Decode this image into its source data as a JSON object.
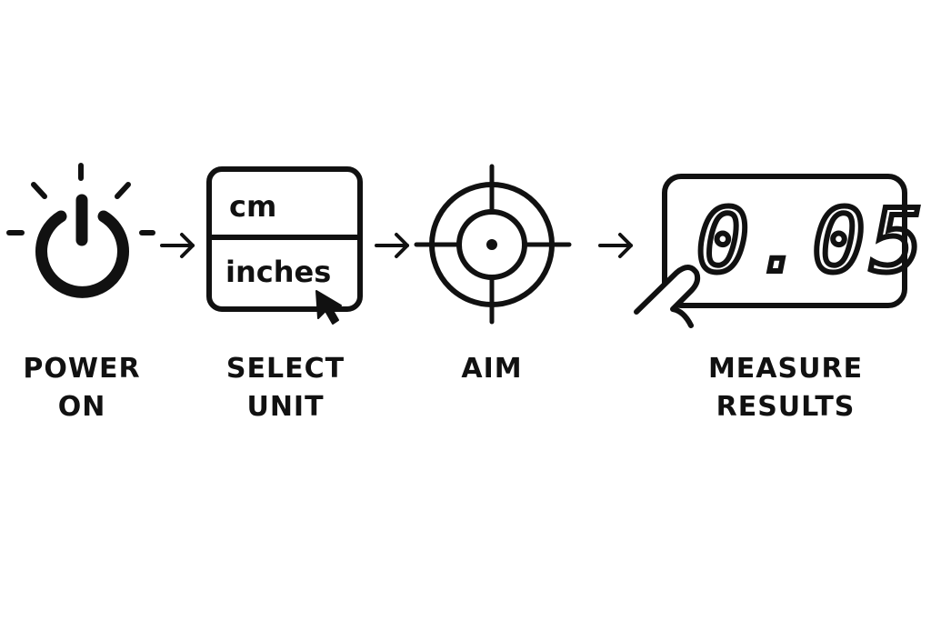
{
  "steps": [
    {
      "id": "power",
      "label_lines": [
        "POWER",
        "ON"
      ],
      "icon": "power-icon"
    },
    {
      "id": "unit",
      "label_lines": [
        "SELECT",
        "UNIT"
      ],
      "icon": "unit-selector-icon",
      "options": [
        "cm",
        "inches"
      ],
      "selected": "inches"
    },
    {
      "id": "aim",
      "label_lines": [
        "AIM"
      ],
      "icon": "crosshair-icon"
    },
    {
      "id": "measure",
      "label_lines": [
        "MEASURE",
        "RESULTS"
      ],
      "icon": "digital-display-icon",
      "readout": "0.05"
    }
  ],
  "connectors": [
    "arrow-right-icon",
    "arrow-right-icon",
    "arrow-right-icon"
  ],
  "colors": {
    "ink": "#111111",
    "background": "#ffffff"
  }
}
